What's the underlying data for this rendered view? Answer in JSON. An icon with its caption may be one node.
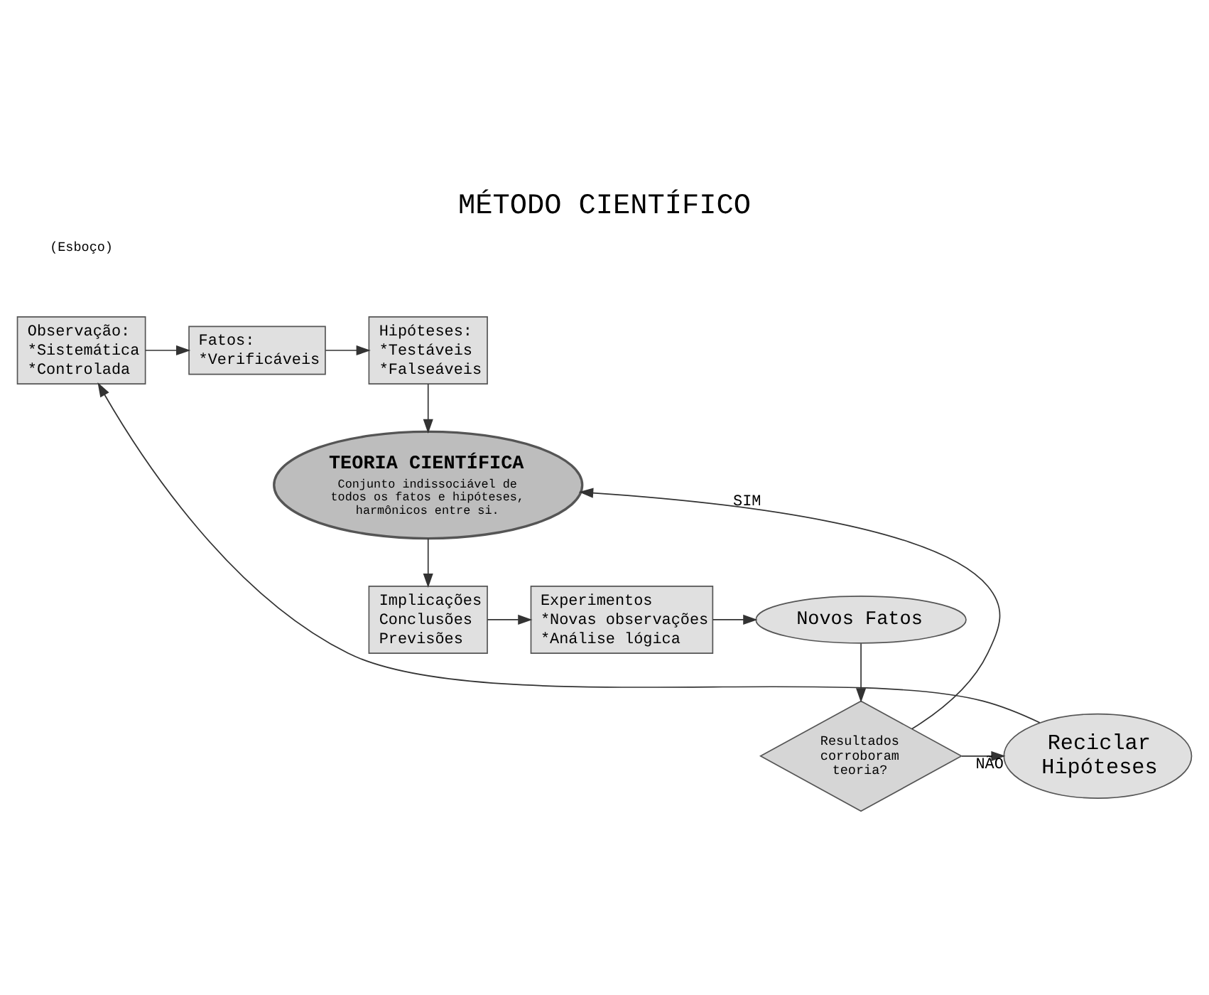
{
  "diagram": {
    "title": "MÉTODO CIENTÍFICO",
    "nodes": [
      {
        "text": [
          "Observação:",
          "*Sistemática",
          "*Controlada"
        ]
      },
      {
        "text": [
          "Fatos:",
          "*Verificáveis"
        ]
      },
      {
        "text": [
          "Hipóteses:",
          "*Testáveis",
          "*Falseáveis"
        ]
      },
      {
        "text": [
          "TEORIA CIENTÍFICA",
          "Conjunto indissociável de todos os fatos e hipóteses, harmônicos entre si."
        ]
      },
      {
        "text": [
          "Implicações",
          "Conclusões",
          "Previsões"
        ]
      },
      {
        "text": [
          "Experimentos",
          "*Novas observações",
          "*Análise lógica"
        ]
      },
      {
        "text": [
          "Novos Fatos"
        ]
      },
      {
        "text": [
          "Resultados corroboram teoria?"
        ]
      },
      {
        "text": [
          "Reciclar Hipóteses"
        ]
      }
    ],
    "edges": [
      {
        "from": 0,
        "to": 1,
        "arrow": "to"
      },
      {
        "from": 1,
        "to": 2,
        "arrow": "to"
      },
      {
        "from": 2,
        "to": 3,
        "arrow": "to"
      },
      {
        "from": 3,
        "to": 4,
        "arrow": "to"
      },
      {
        "from": 4,
        "to": 5,
        "arrow": "to"
      },
      {
        "from": 5,
        "to": 6,
        "arrow": "to"
      },
      {
        "from": 6,
        "to": 7,
        "arrow": "to"
      },
      {
        "from": 7,
        "to": 8,
        "arrow": "to",
        "label": "NÃO"
      },
      {
        "from": 7,
        "to": 3,
        "arrow": "to",
        "label": "SIM"
      },
      {
        "from": 8,
        "to": 0,
        "arrow": "to"
      }
    ],
    "labels": [
      "(Esboço)"
    ]
  }
}
